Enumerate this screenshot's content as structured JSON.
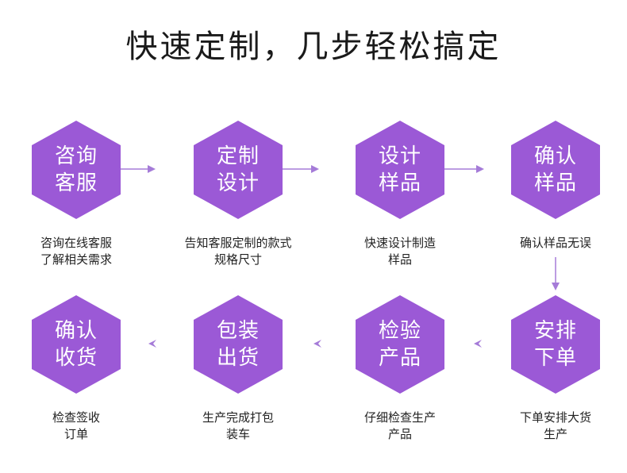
{
  "title": "快速定制，几步轻松搞定",
  "colors": {
    "accent": "#9b59d6",
    "arrow": "#a57bd8"
  },
  "steps": [
    {
      "line1": "咨询",
      "line2": "客服",
      "desc1": "咨询在线客服",
      "desc2": "了解相关需求"
    },
    {
      "line1": "定制",
      "line2": "设计",
      "desc1": "告知客服定制的款式",
      "desc2": "规格尺寸"
    },
    {
      "line1": "设计",
      "line2": "样品",
      "desc1": "快速设计制造",
      "desc2": "样品"
    },
    {
      "line1": "确认",
      "line2": "样品",
      "desc1": "确认样品无误",
      "desc2": ""
    },
    {
      "line1": "安排",
      "line2": "下单",
      "desc1": "下单安排大货",
      "desc2": "生产"
    },
    {
      "line1": "检验",
      "line2": "产品",
      "desc1": "仔细检查生产",
      "desc2": "产品"
    },
    {
      "line1": "包装",
      "line2": "出货",
      "desc1": "生产完成打包",
      "desc2": "装车"
    },
    {
      "line1": "确认",
      "line2": "收货",
      "desc1": "检查签收",
      "desc2": "订单"
    }
  ]
}
